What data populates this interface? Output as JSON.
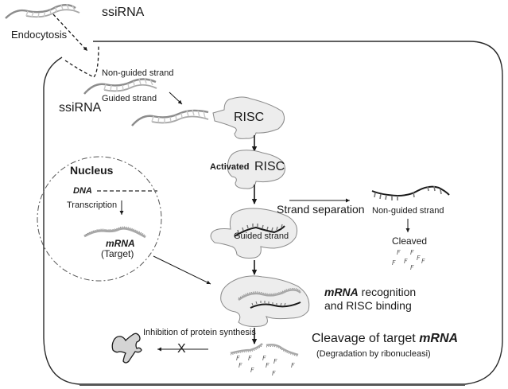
{
  "title": "ssiRNA mechanism of action",
  "outside": {
    "ssirna_label": "ssiRNA",
    "endocytosis_label": "Endocytosis"
  },
  "cell": {
    "ssirna_label": "ssiRNA",
    "non_guided_strand_label": "Non-guided strand",
    "guided_strand_label": "Guided strand",
    "risc_label": "RISC",
    "activated_label": "Activated",
    "activated_risc_label": "RISC",
    "strand_separation_label": "Strand separation",
    "separated_guided_strand_label": "Guided strand",
    "separated_non_guided_label": "Non-guided strand",
    "cleaved_label": "Cleaved",
    "recognition_label_italic": "mRNA",
    "recognition_label_rest": " recognition",
    "recognition_label_line2": "and  RISC binding",
    "cleavage_label_prefix": "Cleavage of  target ",
    "cleavage_label_italic": "mRNA",
    "degradation_label": "(Degradation by ribonucleasi)",
    "inhibition_label": "Inhibition of protein synthesis",
    "blocked_mark": "X"
  },
  "nucleus": {
    "title": "Nucleus",
    "dna_label": "DNA",
    "transcription_label": "Transcription",
    "mrna_label": "mRNA",
    "target_label": "(Target)"
  },
  "colors": {
    "outline": "#2a2a2a",
    "risc_fill": "#ededed",
    "risc_stroke": "#8a8a8a",
    "rna_strand": "#8c8c8c",
    "rna_rungs": "#c8c8c8",
    "protein_fill": "#d4d4d4"
  }
}
